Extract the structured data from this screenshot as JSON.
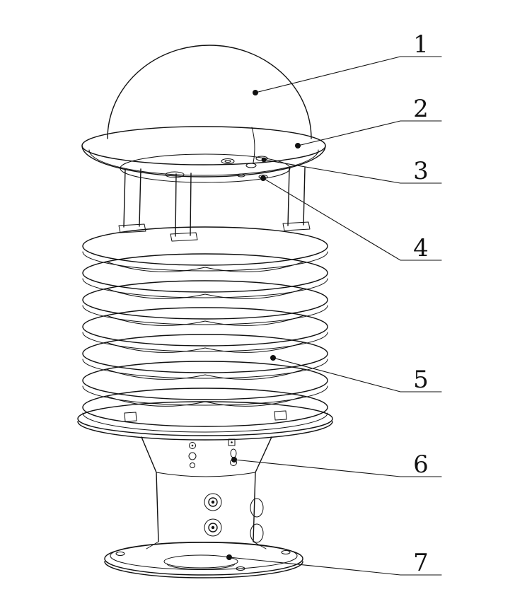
{
  "figure": {
    "background": "#ffffff",
    "line_color": "#111111"
  },
  "callouts": [
    {
      "label": "1"
    },
    {
      "label": "2"
    },
    {
      "label": "3"
    },
    {
      "label": "4"
    },
    {
      "label": "5"
    },
    {
      "label": "6"
    },
    {
      "label": "7"
    }
  ]
}
